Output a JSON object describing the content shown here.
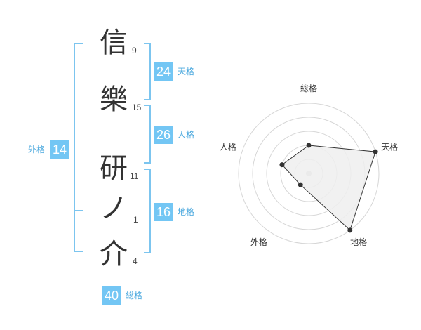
{
  "name": {
    "chars": [
      {
        "char": "信",
        "strokes": "9"
      },
      {
        "char": "樂",
        "strokes": "15"
      },
      {
        "char": "研",
        "strokes": "11"
      },
      {
        "char": "ノ",
        "strokes": "1"
      },
      {
        "char": "介",
        "strokes": "4"
      }
    ]
  },
  "kakusu": {
    "tenkaku": {
      "value": "24",
      "label": "天格"
    },
    "jinkaku": {
      "value": "26",
      "label": "人格"
    },
    "chikaku": {
      "value": "16",
      "label": "地格"
    },
    "gaikaku": {
      "value": "14",
      "label": "外格"
    },
    "soukaku": {
      "value": "40",
      "label": "総格"
    }
  },
  "colors": {
    "accent": "#73c6f4",
    "bracket": "#7cc5ef",
    "radar_fill": "#eeeeee",
    "radar_line": "#333333"
  },
  "chart_data": {
    "type": "radar",
    "axes": [
      "総格",
      "天格",
      "地格",
      "外格",
      "人格"
    ],
    "values": [
      2,
      5,
      5,
      1,
      2
    ],
    "max": 5,
    "rings": 5
  }
}
